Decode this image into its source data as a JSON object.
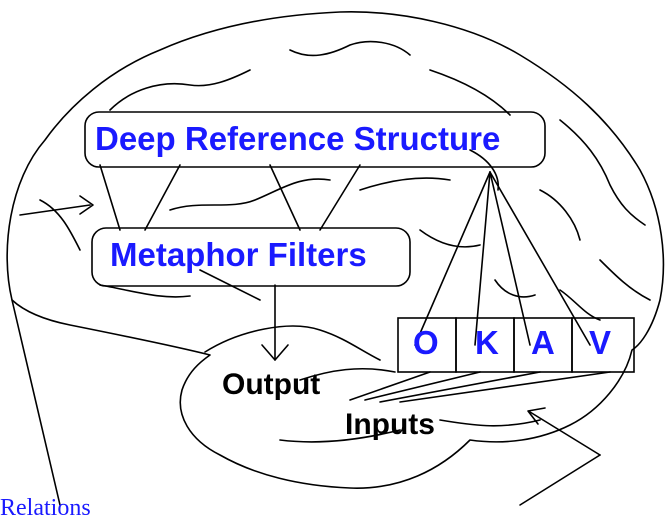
{
  "diagram": {
    "deep_reference_structure": "Deep Reference Structure",
    "metaphor_filters": "Metaphor Filters",
    "output": "Output",
    "inputs": "Inputs",
    "relations": "Relations",
    "channels": [
      {
        "letter": "O"
      },
      {
        "letter": "K"
      },
      {
        "letter": "A"
      },
      {
        "letter": "V"
      }
    ]
  },
  "colors": {
    "label_blue": "#1a1aff",
    "stroke": "#000000",
    "background": "#ffffff"
  }
}
